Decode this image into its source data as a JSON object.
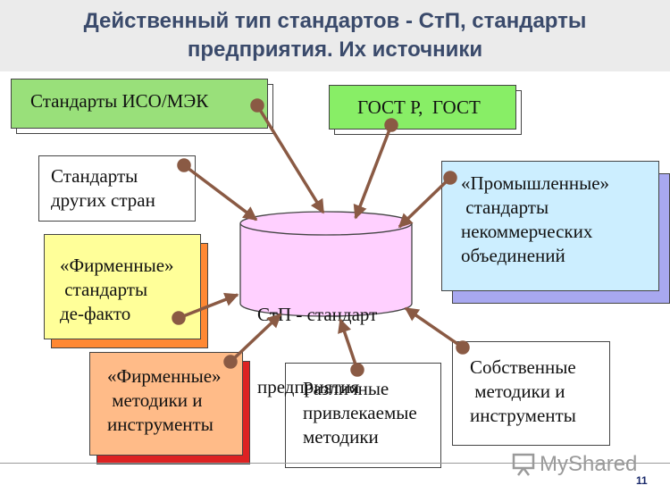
{
  "title": {
    "line1": "Действенный тип стандартов - СтП,  стандарты",
    "line2": "предприятия.   Их источники"
  },
  "center": {
    "line1": "СтП - стандарт",
    "line2": "предприятия",
    "color": "#ffd0ff"
  },
  "sources": {
    "iso": {
      "text": "Стандарты ИСО/МЭК",
      "color": "#99e07a"
    },
    "gost": {
      "text": "ГОСТ Р,  ГОСТ",
      "color": "#88ee66"
    },
    "foreign": {
      "text": "Стандарты\nдругих стран",
      "color": "#ffffff"
    },
    "industrial": {
      "text": "«Промышленные»\n стандарты\nнекоммерческих\nобъединений",
      "color": "#cceeff",
      "shadow_color": "#a8a8f0"
    },
    "corp_standards": {
      "text": "«Фирменные»\n стандарты\nде-факто",
      "color": "#ffff99",
      "shadow_color": "#ff8833"
    },
    "corp_methods": {
      "text": "«Фирменные»\n методики и\nинструменты",
      "color": "#ffbb88",
      "shadow_color": "#dd2222"
    },
    "various": {
      "text": "Различные\nпривлекаемые\nметодики",
      "color": "#ffffff"
    },
    "own": {
      "text": "Собственные\n методики и\nинструменты",
      "color": "#ffffff"
    }
  },
  "arrow_color": "#8a5a44",
  "watermark": "MyShared",
  "page_number": "11"
}
